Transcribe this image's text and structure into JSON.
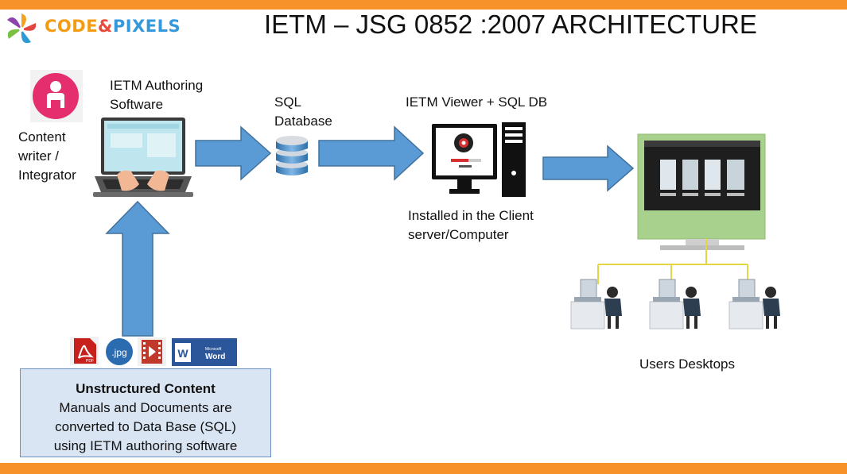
{
  "logo": {
    "part1": "CODE",
    "amp": "&",
    "part2": "PIXELS"
  },
  "title": "IETM – JSG 0852 :2007  ARCHITECTURE",
  "content_writer": {
    "line1": "Content",
    "line2": "writer /",
    "line3": "Integrator"
  },
  "authoring": {
    "line1": "IETM  Authoring",
    "line2": "Software"
  },
  "sql_db": {
    "line1": "SQL",
    "line2": "Database"
  },
  "viewer": {
    "title": "IETM  Viewer + SQL DB",
    "install_line1": "Installed in the Client",
    "install_line2": "server/Computer"
  },
  "users_label": "Users Desktops",
  "file_icons": {
    "jpg": ".jpg",
    "pdf": "PDF",
    "word_small": "Microsoft",
    "word": "Word"
  },
  "unstructured": {
    "heading": "Unstructured Content",
    "line1": "Manuals and Documents are",
    "line2": "converted to Data Base (SQL)",
    "line3": "using IETM authoring software"
  },
  "colors": {
    "accent_bar": "#f7922a",
    "arrow_fill": "#5b9bd5",
    "arrow_stroke": "#41719c",
    "box_fill": "#dae5f4",
    "monitor_green": "#a9d18e",
    "network_line": "#e2d645"
  }
}
